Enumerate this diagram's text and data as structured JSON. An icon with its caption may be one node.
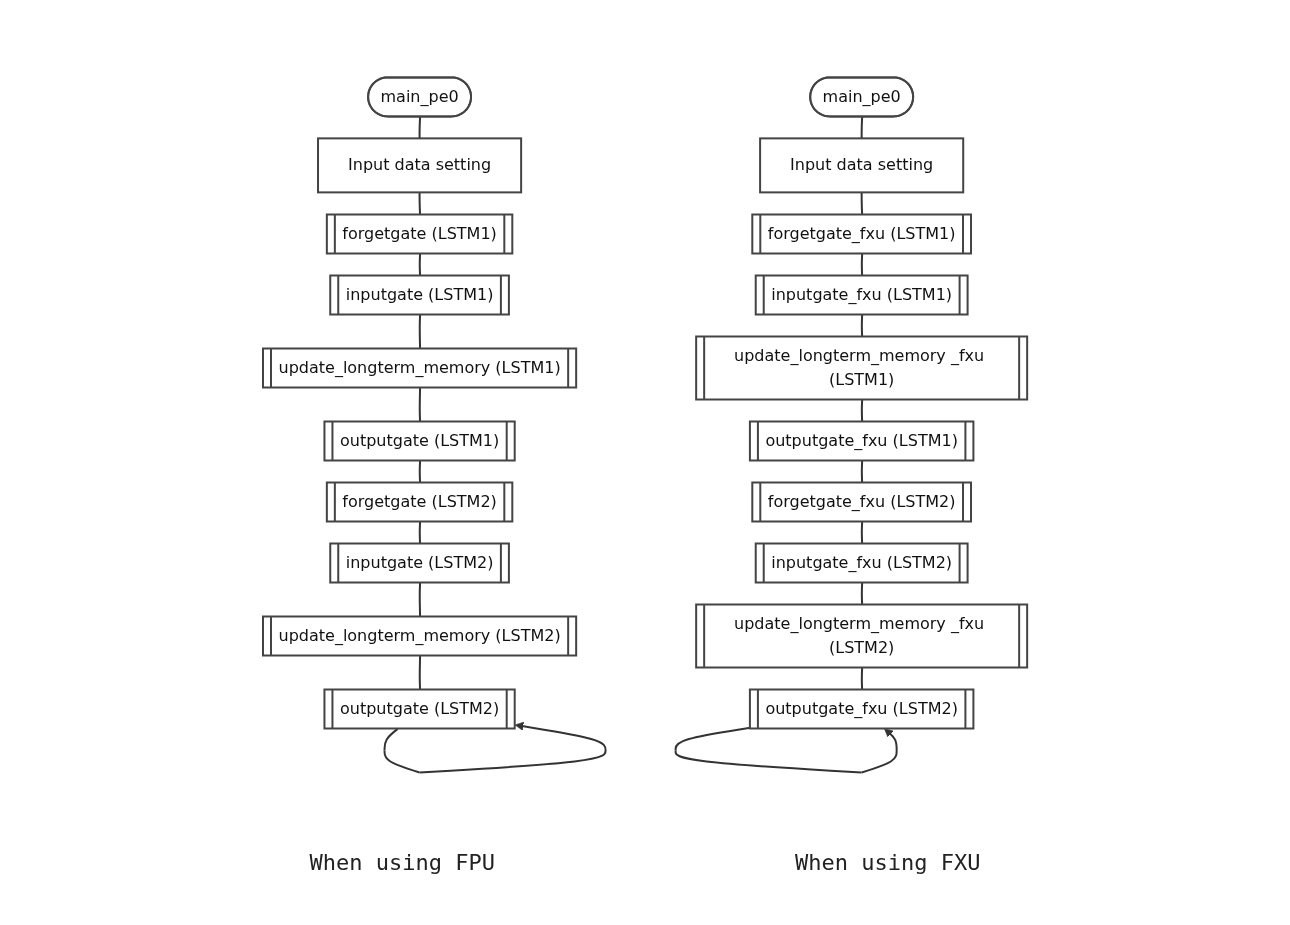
{
  "diagram": {
    "nodes": [
      {
        "text": [
          "main_pe0"
        ]
      },
      {
        "text": [
          "Input data setting"
        ]
      },
      {
        "text": [
          "forgetgate (LSTM1)"
        ]
      },
      {
        "text": [
          "inputgate (LSTM1)"
        ]
      },
      {
        "text": [
          "update_longterm_memory (LSTM1)"
        ]
      },
      {
        "text": [
          "outputgate (LSTM1)"
        ]
      },
      {
        "text": [
          "forgetgate (LSTM2)"
        ]
      },
      {
        "text": [
          "inputgate (LSTM2)"
        ]
      },
      {
        "text": [
          "update_longterm_memory (LSTM2)"
        ]
      },
      {
        "text": [
          "outputgate (LSTM2)"
        ]
      },
      {
        "text": [
          "main_pe0"
        ]
      },
      {
        "text": [
          "Input data setting"
        ]
      },
      {
        "text": [
          "forgetgate_fxu (LSTM1)"
        ]
      },
      {
        "text": [
          "inputgate_fxu (LSTM1)"
        ]
      },
      {
        "text": [
          "update_longterm_memory _fxu (LSTM1)"
        ]
      },
      {
        "text": [
          "outputgate_fxu (LSTM1)"
        ]
      },
      {
        "text": [
          "forgetgate_fxu (LSTM2)"
        ]
      },
      {
        "text": [
          "inputgate_fxu (LSTM2)"
        ]
      },
      {
        "text": [
          "update_longterm_memory _fxu (LSTM2)"
        ]
      },
      {
        "text": [
          "outputgate_fxu (LSTM2)"
        ]
      }
    ],
    "edges": [
      {
        "from": 0,
        "to": 1,
        "arrow": "none"
      },
      {
        "from": 1,
        "to": 2,
        "arrow": "none"
      },
      {
        "from": 2,
        "to": 3,
        "arrow": "none"
      },
      {
        "from": 3,
        "to": 4,
        "arrow": "none"
      },
      {
        "from": 4,
        "to": 5,
        "arrow": "none"
      },
      {
        "from": 5,
        "to": 6,
        "arrow": "none"
      },
      {
        "from": 6,
        "to": 7,
        "arrow": "none"
      },
      {
        "from": 7,
        "to": 8,
        "arrow": "none"
      },
      {
        "from": 8,
        "to": 9,
        "arrow": "none"
      },
      {
        "from": 9,
        "to": 9,
        "arrow": "to"
      },
      {
        "from": 10,
        "to": 11,
        "arrow": "none"
      },
      {
        "from": 11,
        "to": 12,
        "arrow": "none"
      },
      {
        "from": 12,
        "to": 13,
        "arrow": "none"
      },
      {
        "from": 13,
        "to": 14,
        "arrow": "none"
      },
      {
        "from": 14,
        "to": 15,
        "arrow": "none"
      },
      {
        "from": 15,
        "to": 16,
        "arrow": "none"
      },
      {
        "from": 16,
        "to": 17,
        "arrow": "none"
      },
      {
        "from": 17,
        "to": 18,
        "arrow": "none"
      },
      {
        "from": 18,
        "to": 19,
        "arrow": "none"
      },
      {
        "from": 19,
        "to": 19,
        "arrow": "to"
      }
    ],
    "labels": [
      "When using FPU",
      "When using FXU"
    ]
  }
}
